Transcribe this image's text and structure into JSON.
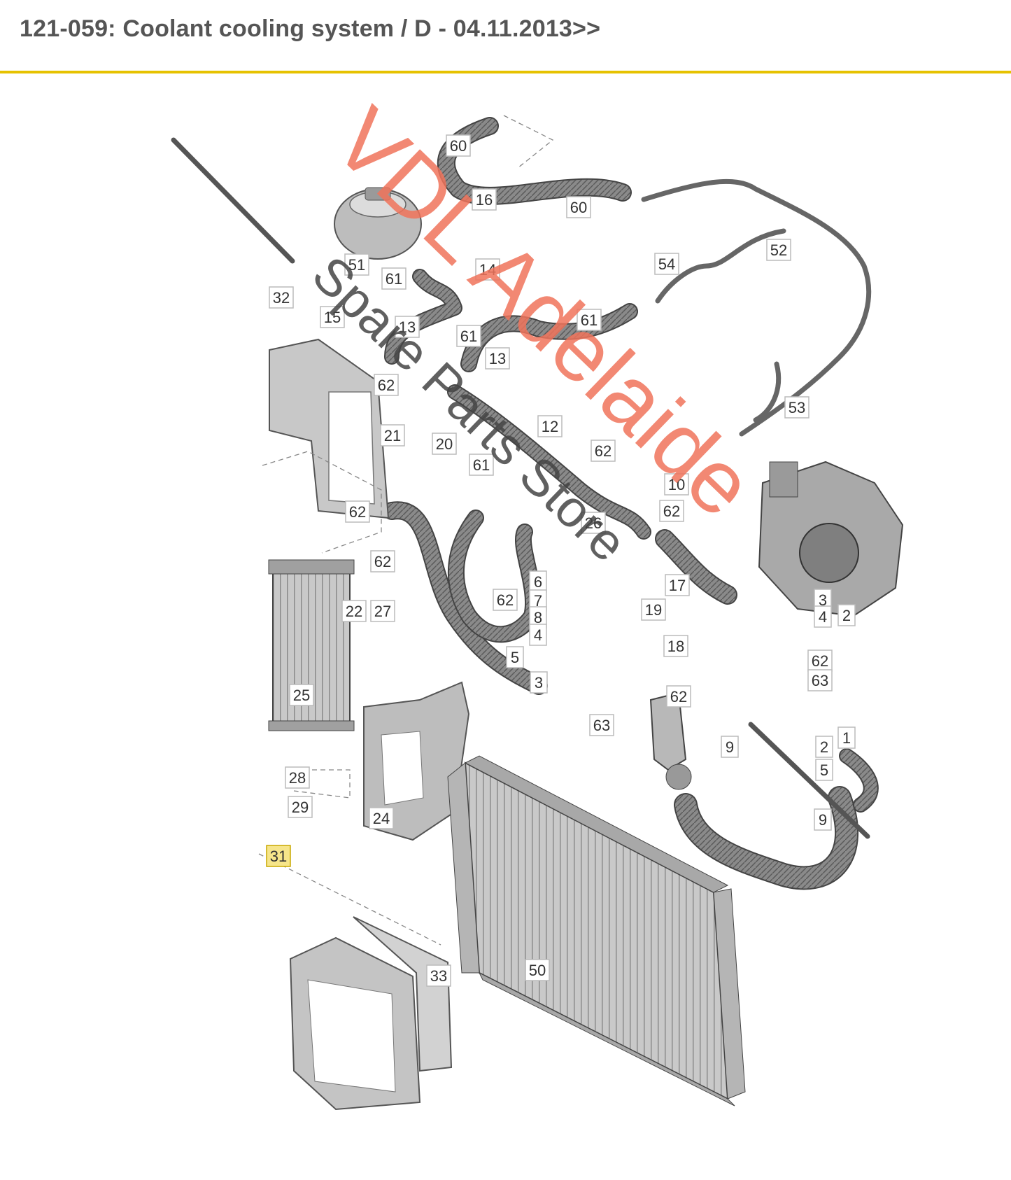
{
  "page": {
    "title": "121-059: Coolant cooling system / D - 04.11.2013>>",
    "rule_color": "#e6c200"
  },
  "diagram": {
    "callouts": [
      "60",
      "16",
      "60",
      "52",
      "51",
      "61",
      "14",
      "54",
      "61",
      "32",
      "15",
      "13",
      "61",
      "13",
      "62",
      "21",
      "20",
      "12",
      "62",
      "53",
      "61",
      "10",
      "62",
      "26",
      "62",
      "62",
      "6",
      "7",
      "8",
      "4",
      "17",
      "19",
      "2",
      "3",
      "4",
      "22",
      "27",
      "62",
      "5",
      "3",
      "18",
      "62",
      "63",
      "62",
      "25",
      "63",
      "9",
      "2",
      "1",
      "5",
      "28",
      "29",
      "24",
      "9",
      "31",
      "33",
      "50"
    ],
    "highlighted_callout": "31",
    "highlight_color": "#f6e58a"
  },
  "watermark": {
    "line1": "VDL Adelaide",
    "line2": "Spare Parts Store",
    "color1": "#f0735a",
    "color2": "#444444"
  }
}
